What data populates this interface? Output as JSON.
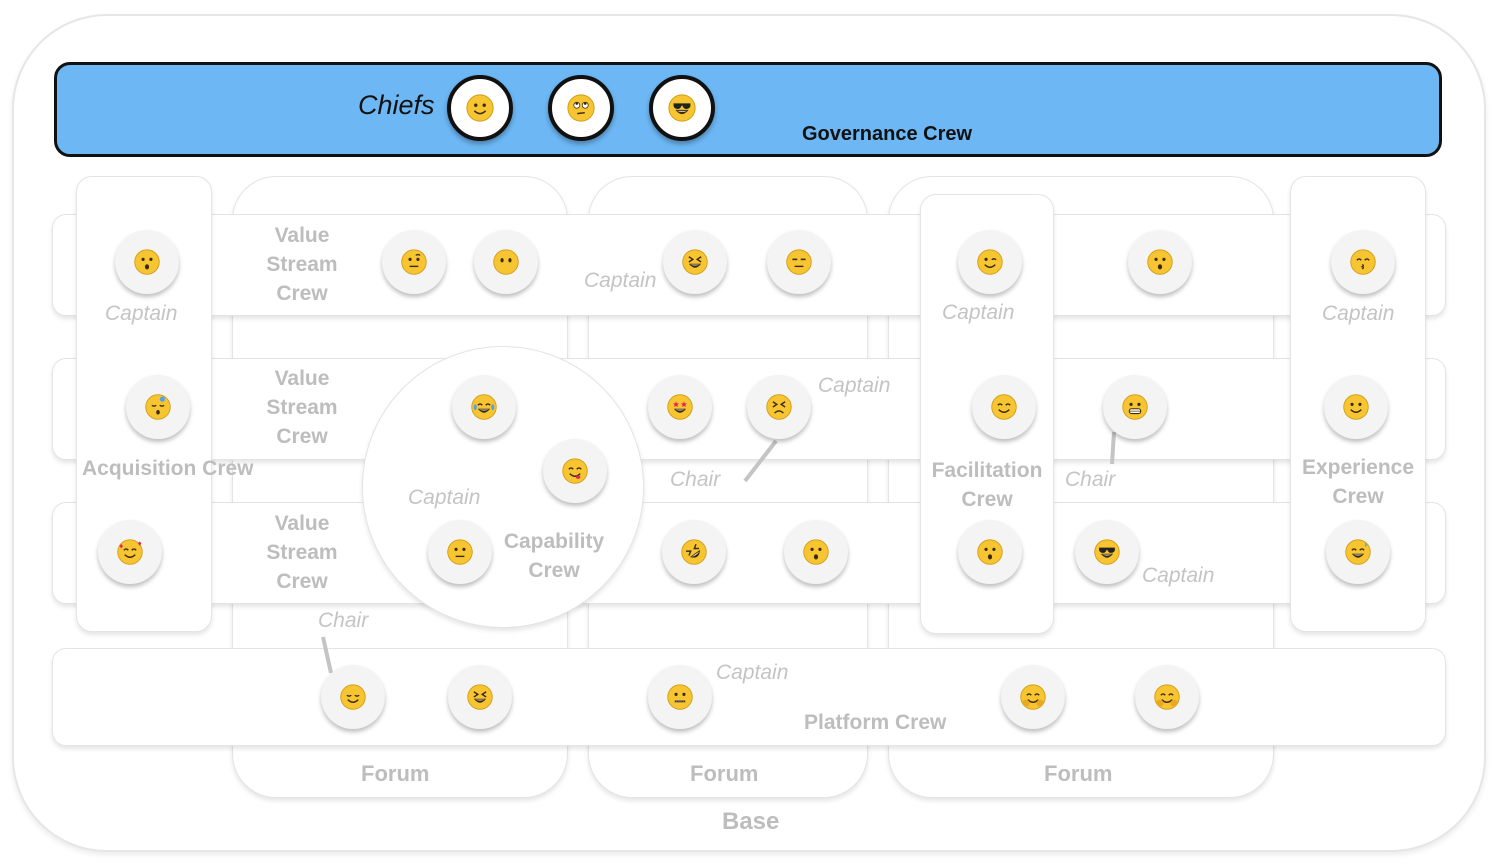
{
  "labels": {
    "base": "Base",
    "governance_crew": "Governance Crew",
    "chiefs": "Chiefs",
    "forum": "Forum",
    "acquisition_crew": "Acquisition Crew",
    "value_stream_crew": "Value Stream Crew",
    "capability_crew": "Capability Crew",
    "facilitation_crew": "Facilitation Crew",
    "experience_crew": "Experience Crew",
    "platform_crew": "Platform Crew",
    "captain": "Captain",
    "chair": "Chair"
  },
  "colors": {
    "governance_fill": "#6cb7f4",
    "governance_border": "#111111",
    "face_yellow": "#f7c531",
    "label_gray": "#bdbdbd"
  },
  "faces": {
    "chiefs": [
      "slightly-smiling",
      "eye-roll",
      "sunglasses"
    ],
    "acquisition": [
      "hushed",
      "sleeping",
      "smiling-hearts"
    ],
    "value_stream_1": [
      "raised-eyebrow",
      "no-mouth",
      "squinting-laugh",
      "expressionless"
    ],
    "value_stream_2": [
      "star-struck",
      "persevering"
    ],
    "value_stream_3": [
      "rofl",
      "astonished"
    ],
    "capability": [
      "tears-of-joy",
      "yum",
      "neutral"
    ],
    "facilitation": [
      "winking",
      "smiling-eyes",
      "surprised"
    ],
    "team_columns": [
      "hushed",
      "grinning",
      "sunglasses"
    ],
    "experience": [
      "kissing",
      "slightly-smiling",
      "sweat-smile"
    ],
    "platform": [
      "relieved",
      "squinting-laugh",
      "zipper-mouth",
      "hugging",
      "hugging"
    ]
  }
}
